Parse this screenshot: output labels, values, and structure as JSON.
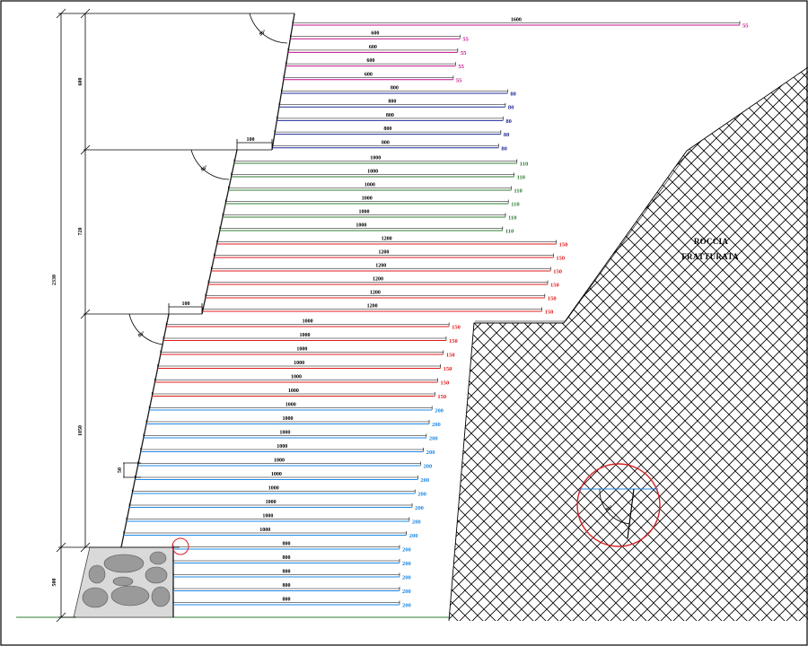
{
  "rock_label": {
    "line1": "ROCCIA",
    "line2": "FRATTURATA"
  },
  "colors": {
    "magenta": "#c0108a",
    "navy": "#1f2a9a",
    "green": "#2e7d32",
    "red": "#e01b1b",
    "blue": "#1e88e5",
    "frame": "#000000",
    "detail_circle": "#d42020",
    "gabion_fill": "#d9d9d9"
  },
  "vertical_dims": {
    "total": "2330",
    "tier1": "600",
    "tier2": "720",
    "tier3": "1050",
    "base": "500"
  },
  "offsets": {
    "step1": "100",
    "step2": "100",
    "spacing": "50"
  },
  "angles": {
    "tier1": "80°",
    "tier2": "80°",
    "tier3": "80°",
    "detail": "80°"
  },
  "nails": [
    {
      "length": "1600",
      "diameter": "55",
      "color": "magenta"
    },
    {
      "length": "600",
      "diameter": "55",
      "color": "magenta"
    },
    {
      "length": "600",
      "diameter": "55",
      "color": "magenta"
    },
    {
      "length": "600",
      "diameter": "55",
      "color": "magenta"
    },
    {
      "length": "600",
      "diameter": "55",
      "color": "magenta"
    },
    {
      "length": "800",
      "diameter": "80",
      "color": "navy"
    },
    {
      "length": "800",
      "diameter": "80",
      "color": "navy"
    },
    {
      "length": "800",
      "diameter": "80",
      "color": "navy"
    },
    {
      "length": "800",
      "diameter": "80",
      "color": "navy"
    },
    {
      "length": "800",
      "diameter": "80",
      "color": "navy"
    },
    {
      "length": "1000",
      "diameter": "110",
      "color": "green"
    },
    {
      "length": "1000",
      "diameter": "110",
      "color": "green"
    },
    {
      "length": "1000",
      "diameter": "110",
      "color": "green"
    },
    {
      "length": "1000",
      "diameter": "110",
      "color": "green"
    },
    {
      "length": "1000",
      "diameter": "110",
      "color": "green"
    },
    {
      "length": "1000",
      "diameter": "110",
      "color": "green"
    },
    {
      "length": "1200",
      "diameter": "150",
      "color": "red"
    },
    {
      "length": "1200",
      "diameter": "150",
      "color": "red"
    },
    {
      "length": "1200",
      "diameter": "150",
      "color": "red"
    },
    {
      "length": "1200",
      "diameter": "150",
      "color": "red"
    },
    {
      "length": "1200",
      "diameter": "150",
      "color": "red"
    },
    {
      "length": "1200",
      "diameter": "150",
      "color": "red"
    },
    {
      "length": "1000",
      "diameter": "150",
      "color": "red"
    },
    {
      "length": "1000",
      "diameter": "150",
      "color": "red"
    },
    {
      "length": "1000",
      "diameter": "150",
      "color": "red"
    },
    {
      "length": "1000",
      "diameter": "150",
      "color": "red"
    },
    {
      "length": "1000",
      "diameter": "150",
      "color": "red"
    },
    {
      "length": "1000",
      "diameter": "150",
      "color": "red"
    },
    {
      "length": "1000",
      "diameter": "200",
      "color": "blue"
    },
    {
      "length": "1000",
      "diameter": "200",
      "color": "blue"
    },
    {
      "length": "1000",
      "diameter": "200",
      "color": "blue"
    },
    {
      "length": "1000",
      "diameter": "200",
      "color": "blue"
    },
    {
      "length": "1000",
      "diameter": "200",
      "color": "blue"
    },
    {
      "length": "1000",
      "diameter": "200",
      "color": "blue"
    },
    {
      "length": "1000",
      "diameter": "200",
      "color": "blue"
    },
    {
      "length": "1000",
      "diameter": "200",
      "color": "blue"
    },
    {
      "length": "1000",
      "diameter": "200",
      "color": "blue"
    },
    {
      "length": "1000",
      "diameter": "200",
      "color": "blue"
    },
    {
      "length": "800",
      "diameter": "200",
      "color": "blue"
    },
    {
      "length": "800",
      "diameter": "200",
      "color": "blue"
    },
    {
      "length": "800",
      "diameter": "200",
      "color": "blue"
    },
    {
      "length": "800",
      "diameter": "200",
      "color": "blue"
    },
    {
      "length": "800",
      "diameter": "200",
      "color": "blue"
    }
  ]
}
